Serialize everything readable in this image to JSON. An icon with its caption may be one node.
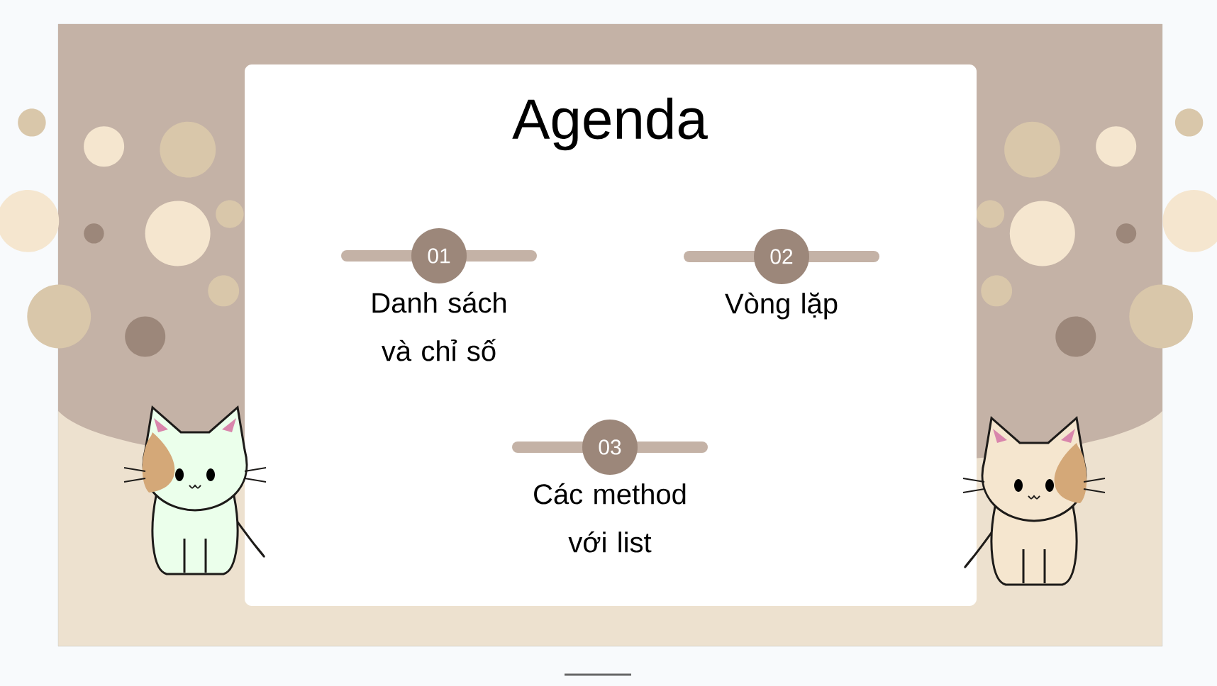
{
  "diagram": {
    "title": "Agenda",
    "nodes": [
      {
        "text": [
          "01"
        ],
        "beside": [
          "Danh sách và chỉ số"
        ]
      },
      {
        "text": [
          "02"
        ],
        "beside": [
          "Vòng lặp"
        ]
      },
      {
        "text": [
          "03"
        ],
        "beside": [
          "Các method với list"
        ]
      }
    ]
  }
}
